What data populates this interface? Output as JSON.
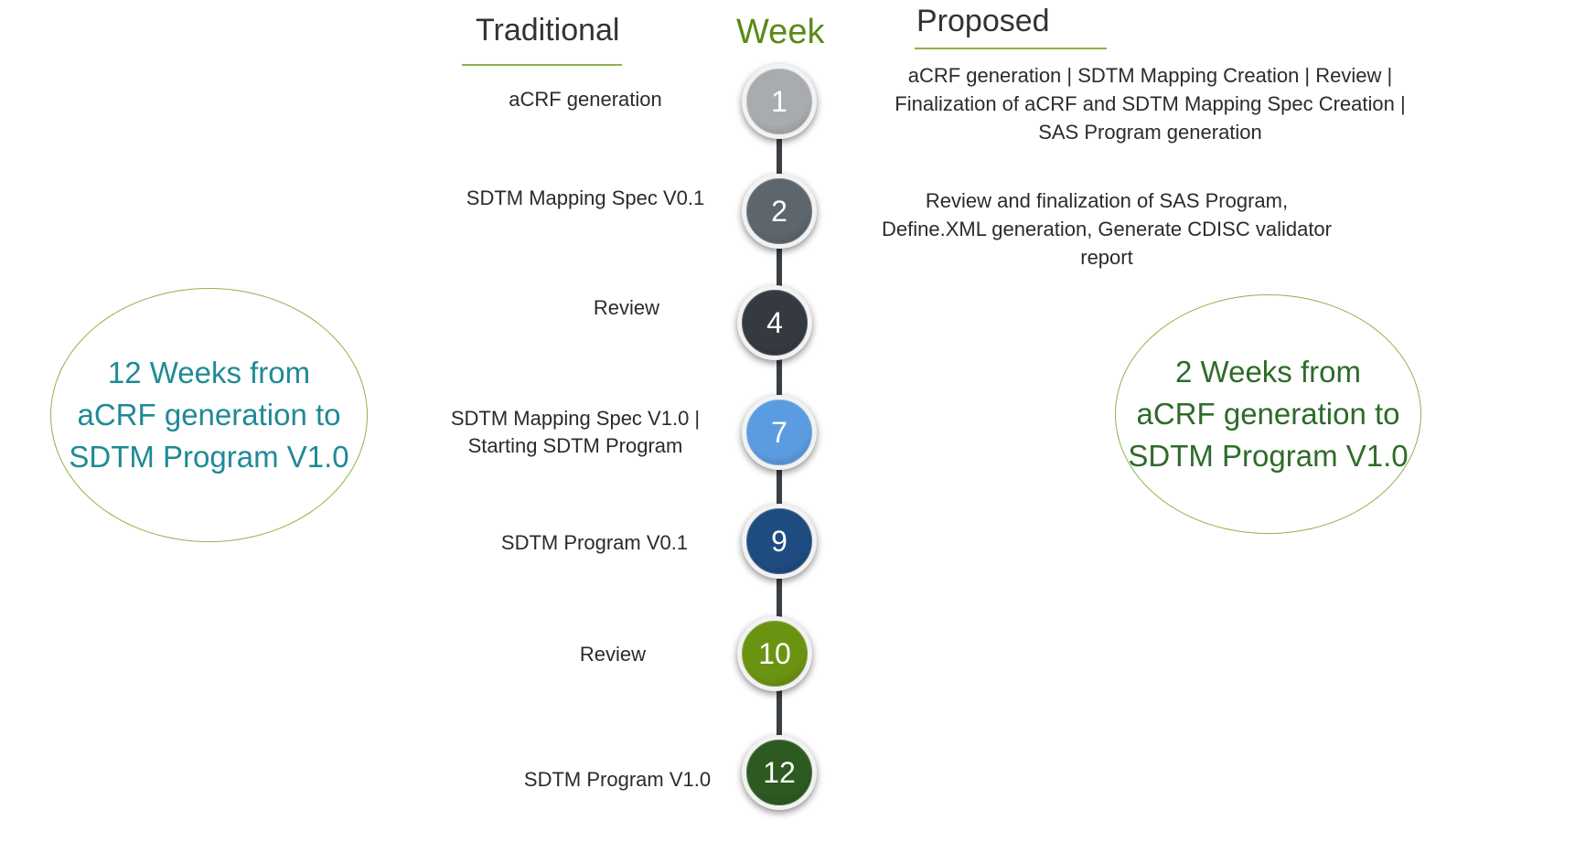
{
  "headers": {
    "traditional": "Traditional",
    "week": "Week",
    "proposed": "Proposed"
  },
  "weeks": [
    {
      "number": "1",
      "color": "#a9acaf",
      "traditional": "aCRF generation"
    },
    {
      "number": "2",
      "color": "#5c666c",
      "traditional": "SDTM Mapping Spec V0.1"
    },
    {
      "number": "4",
      "color": "#343a40",
      "traditional": "Review"
    },
    {
      "number": "7",
      "color": "#5b9be0",
      "traditional": [
        "SDTM Mapping Spec V1.0 |",
        "Starting SDTM Program"
      ]
    },
    {
      "number": "9",
      "color": "#1e4b80",
      "traditional": "SDTM Program V0.1"
    },
    {
      "number": "10",
      "color": "#6b9312",
      "traditional": "Review"
    },
    {
      "number": "12",
      "color": "#2c5a21",
      "traditional": "SDTM Program V1.0"
    }
  ],
  "proposed_items": [
    {
      "week": "1",
      "lines": [
        "aCRF generation | SDTM Mapping Creation | Review |",
        "Finalization of aCRF and SDTM Mapping Spec Creation |",
        "SAS Program generation"
      ]
    },
    {
      "week": "2",
      "lines": [
        "Review and finalization of SAS Program,",
        "Define.XML generation, Generate CDISC validator",
        "report"
      ]
    }
  ],
  "summary_left": [
    "12 Weeks from",
    "aCRF generation to",
    "SDTM Program V1.0"
  ],
  "summary_right": [
    "2 Weeks from",
    "aCRF generation to",
    "SDTM Program V1.0"
  ],
  "colors": {
    "header_accent": "#8fb34a",
    "week_title": "#5a8a16",
    "summary_left_text": "#1f8a95",
    "summary_right_text": "#2e6b2a"
  }
}
